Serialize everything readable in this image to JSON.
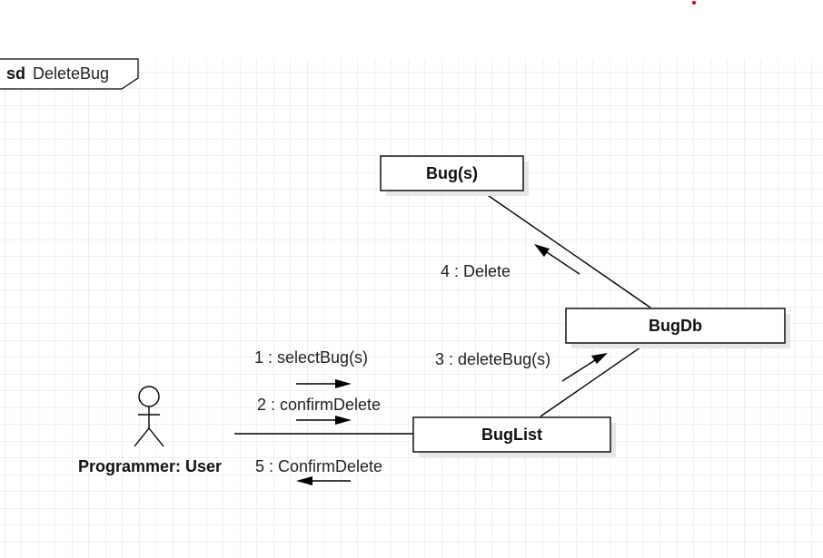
{
  "frame": {
    "keyword": "sd",
    "name": "DeleteBug"
  },
  "objects": {
    "bug": "Bug(s)",
    "bugdb": "BugDb",
    "buglist": "BugList"
  },
  "actor": {
    "label": "Programmer: User"
  },
  "messages": {
    "m1": "1 : selectBug(s)",
    "m2": "2 : confirmDelete",
    "m3": "3 : deleteBug(s)",
    "m4": "4 : Delete",
    "m5": "5 : ConfirmDelete"
  },
  "colors": {
    "background": "#ffffff",
    "grid": "#e2e2e2",
    "line": "#000000",
    "shadow": "#e6e6e6",
    "marker": "#e00000"
  }
}
